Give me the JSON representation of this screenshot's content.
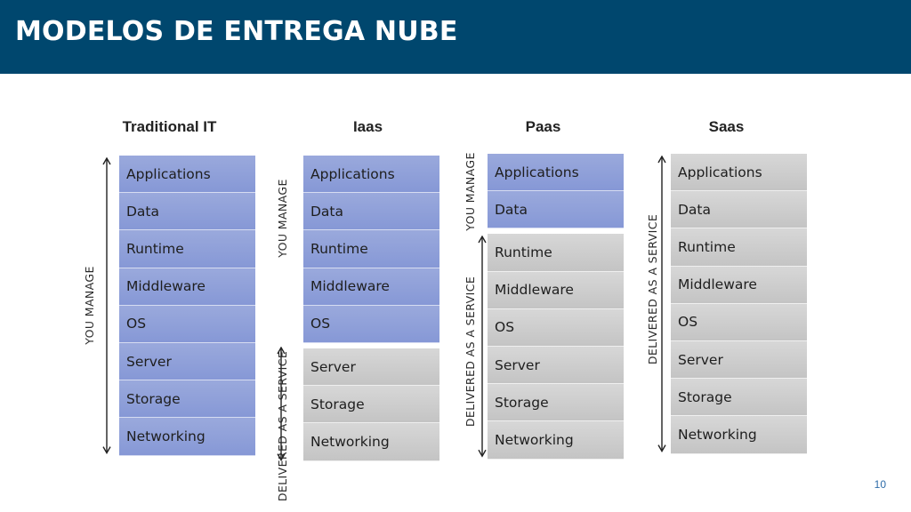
{
  "header": {
    "title": "MODELOS DE ENTREGA NUBE",
    "background": "#00476e"
  },
  "colors": {
    "you_manage": "#8fa0d9",
    "delivered_as_service": "#cfcfcf"
  },
  "layers": [
    "Applications",
    "Data",
    "Runtime",
    "Middleware",
    "OS",
    "Server",
    "Storage",
    "Networking"
  ],
  "columns": [
    {
      "title": "Traditional IT",
      "managed_count": 8,
      "labels": {
        "you_manage": "YOU MANAGE",
        "delivered": ""
      }
    },
    {
      "title": "Iaas",
      "managed_count": 5,
      "labels": {
        "you_manage": "YOU MANAGE",
        "delivered": "DELIVERED AS A SERVICE"
      }
    },
    {
      "title": "Paas",
      "managed_count": 2,
      "labels": {
        "you_manage": "YOU MANAGE",
        "delivered": "DELIVERED AS A SERVICE"
      }
    },
    {
      "title": "Saas",
      "managed_count": 0,
      "labels": {
        "you_manage": "",
        "delivered": "DELIVERED AS A SERVICE"
      }
    }
  ],
  "page_number": "10"
}
